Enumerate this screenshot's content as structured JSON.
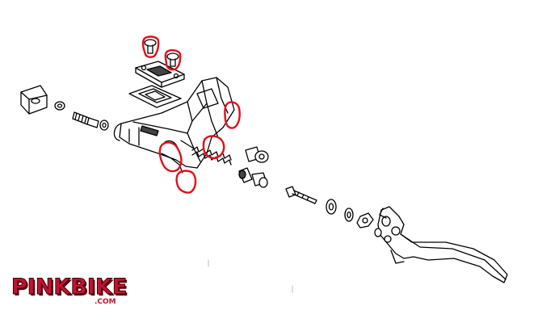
{
  "watermark": {
    "brand": "PINKBIKE",
    "domain": ".COM",
    "color": "#c8102e"
  },
  "diagram": {
    "type": "exploded brake lever assembly",
    "line_color": "#000000",
    "highlight_color": "#e0101a",
    "highlighted_bolts": [
      "top-cap-bolt-left",
      "top-cap-bolt-right",
      "clamp-bolt-side",
      "body-bolt-right",
      "body-bolt-lower",
      "body-bolt-bottom"
    ]
  }
}
